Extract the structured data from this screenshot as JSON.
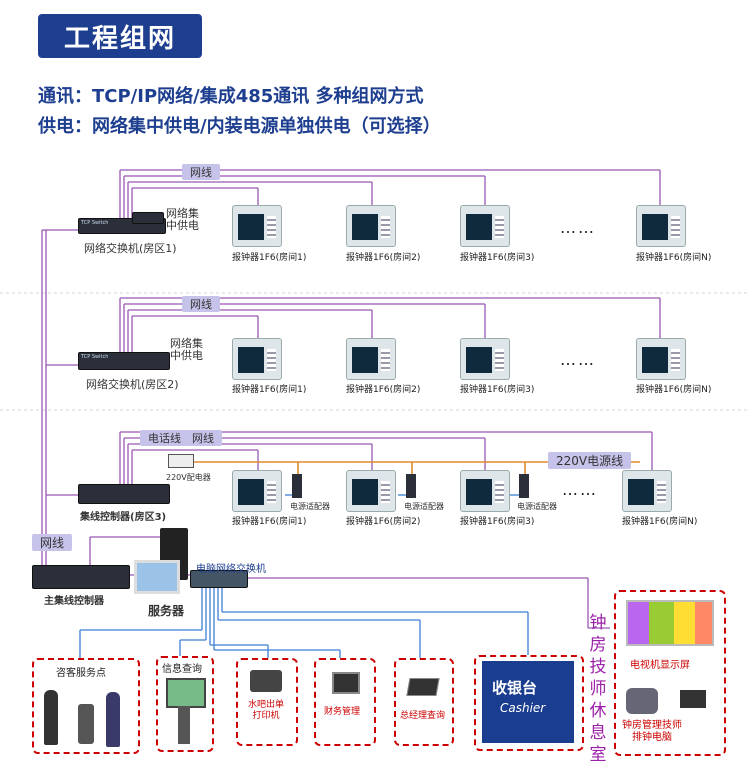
{
  "header": {
    "title": "工程组网",
    "comm_line": "通讯：TCP/IP网络/集成485通讯 多种组网方式",
    "power_line": "供电：网络集中供电/内装电源单独供电（可选择）"
  },
  "zone1": {
    "wire_label": "网线",
    "power_note": "网络集\n中供电",
    "switch_tag": "TCP Switch",
    "switch_label": "网络交换机(房区1)",
    "devices": [
      "报钟器1F6(房间1)",
      "报钟器1F6(房间2)",
      "报钟器1F6(房间3)",
      "报钟器1F6(房间N)"
    ],
    "dots": "……"
  },
  "zone2": {
    "wire_label": "网线",
    "power_note": "网络集\n中供电",
    "switch_tag": "TCP Switch",
    "switch_label": "网络交换机(房区2)",
    "devices": [
      "报钟器1F6(房间1)",
      "报钟器1F6(房间2)",
      "报钟器1F6(房间3)",
      "报钟器1F6(房间N)"
    ],
    "dots": "……"
  },
  "zone3": {
    "phone_wire_label": "电话线",
    "wire_label": "网线",
    "power_label": "220V电源线",
    "adapter_label": "220V配电器",
    "controller_label": "集线控制器(房区3)",
    "devices": [
      "报钟器1F6(房间1)",
      "报钟器1F6(房间2)",
      "报钟器1F6(房间3)",
      "报钟器1F6(房间N)"
    ],
    "power_devices": [
      "电源适配器",
      "电源适配器",
      "电源适配器"
    ],
    "dots": "……"
  },
  "core": {
    "wire_label": "网线",
    "main_controller": "主集线控制器",
    "server": "服务器",
    "pc_switch": "电脑网络交换机"
  },
  "terminals": {
    "customer_service": "咨客服务点",
    "info_query": "信息查询",
    "bar_printer": "水吧出单\n打印机",
    "finance": "财务管理",
    "manager_query": "总经理查询",
    "cashier_cn": "收银台",
    "cashier_en": "Cashier",
    "tech_rest": "钟房技师休息室",
    "tv_screen": "电视机显示屏",
    "scheduling_pc": "钟房管理技师\n排钟电脑"
  },
  "colors": {
    "title_bg": "#1e3f8f",
    "wire": "#9b58b5",
    "power_wire": "#e08a2e",
    "lan_blue": "#3a7fd5",
    "dash_red": "#cc0000"
  }
}
